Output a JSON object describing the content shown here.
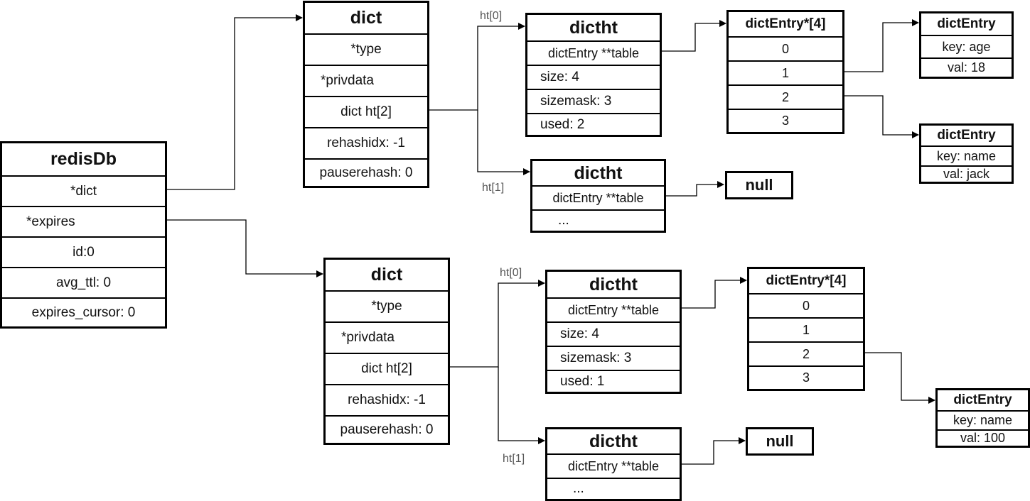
{
  "redisDb": {
    "title": "redisDb",
    "fields": [
      "*dict",
      "*expires",
      "id:0",
      "avg_ttl: 0",
      "expires_cursor: 0"
    ]
  },
  "dict_top": {
    "title": "dict",
    "fields": [
      "*type",
      "*privdata",
      "dict ht[2]",
      "rehashidx: -1",
      "pauserehash: 0"
    ]
  },
  "dict_bottom": {
    "title": "dict",
    "fields": [
      "*type",
      "*privdata",
      "dict ht[2]",
      "rehashidx: -1",
      "pauserehash: 0"
    ]
  },
  "dictht_top0": {
    "label": "ht[0]",
    "title": "dictht",
    "fields": [
      "dictEntry **table",
      "size: 4",
      "sizemask: 3",
      "used: 2"
    ]
  },
  "dictht_top1": {
    "label": "ht[1]",
    "title": "dictht",
    "fields": [
      "dictEntry **table",
      "..."
    ]
  },
  "dictht_bot0": {
    "label": "ht[0]",
    "title": "dictht",
    "fields": [
      "dictEntry **table",
      "size: 4",
      "sizemask: 3",
      "used: 1"
    ]
  },
  "dictht_bot1": {
    "label": "ht[1]",
    "title": "dictht",
    "fields": [
      "dictEntry **table",
      "..."
    ]
  },
  "array_top": {
    "title": "dictEntry*[4]",
    "slots": [
      "0",
      "1",
      "2",
      "3"
    ]
  },
  "array_bottom": {
    "title": "dictEntry*[4]",
    "slots": [
      "0",
      "1",
      "2",
      "3"
    ]
  },
  "entry_top_a": {
    "title": "dictEntry",
    "key": "key: age",
    "val": "val: 18"
  },
  "entry_top_b": {
    "title": "dictEntry",
    "key": "key: name",
    "val": "val: jack"
  },
  "entry_bottom": {
    "title": "dictEntry",
    "key": "key: name",
    "val": "val: 100"
  },
  "null_top": "null",
  "null_bottom": "null"
}
